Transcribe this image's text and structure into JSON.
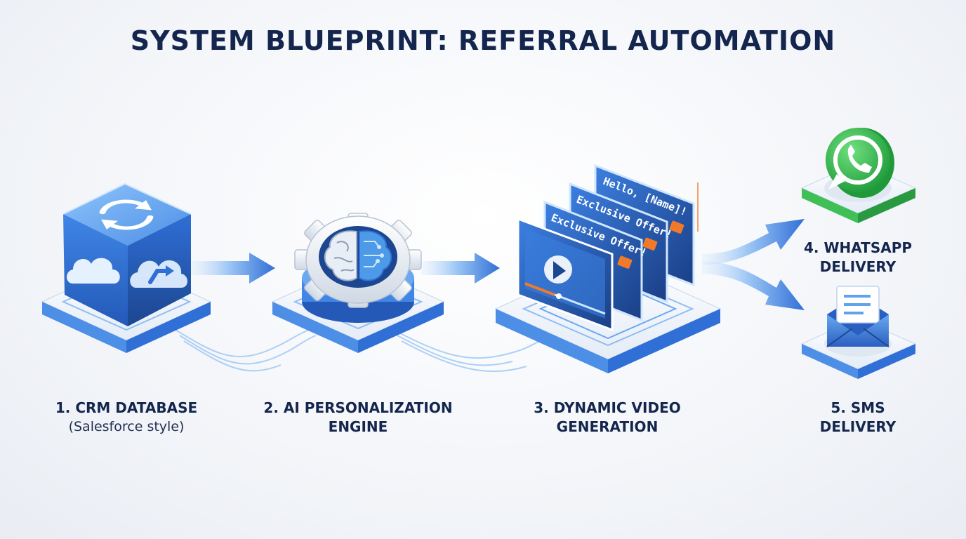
{
  "title": "SYSTEM BLUEPRINT: REFERRAL AUTOMATION",
  "steps": [
    {
      "line1": "1. CRM DATABASE",
      "line2": "(Salesforce style)"
    },
    {
      "line1": "2. AI PERSONALIZATION",
      "line2": "ENGINE"
    },
    {
      "line1": "3. DYNAMIC VIDEO",
      "line2": "GENERATION"
    },
    {
      "line1": "4. WHATSAPP",
      "line2": "DELIVERY"
    },
    {
      "line1": "5. SMS",
      "line2": "DELIVERY"
    }
  ],
  "video_screens": {
    "back": "Hello, [Name]!",
    "middle": "Exclusive Offer!",
    "front": "Exclusive Offer!"
  },
  "colors": {
    "title": "#14264d",
    "primary_blue": "#2f6fd6",
    "light_blue": "#5fa2ee",
    "whatsapp_green": "#2fb84a",
    "accent_orange": "#f07a2a"
  },
  "icons": [
    "sync-icon",
    "cloud-icon",
    "cloud-sync-icon",
    "brain-gear-icon",
    "play-icon",
    "whatsapp-icon",
    "envelope-icon"
  ]
}
